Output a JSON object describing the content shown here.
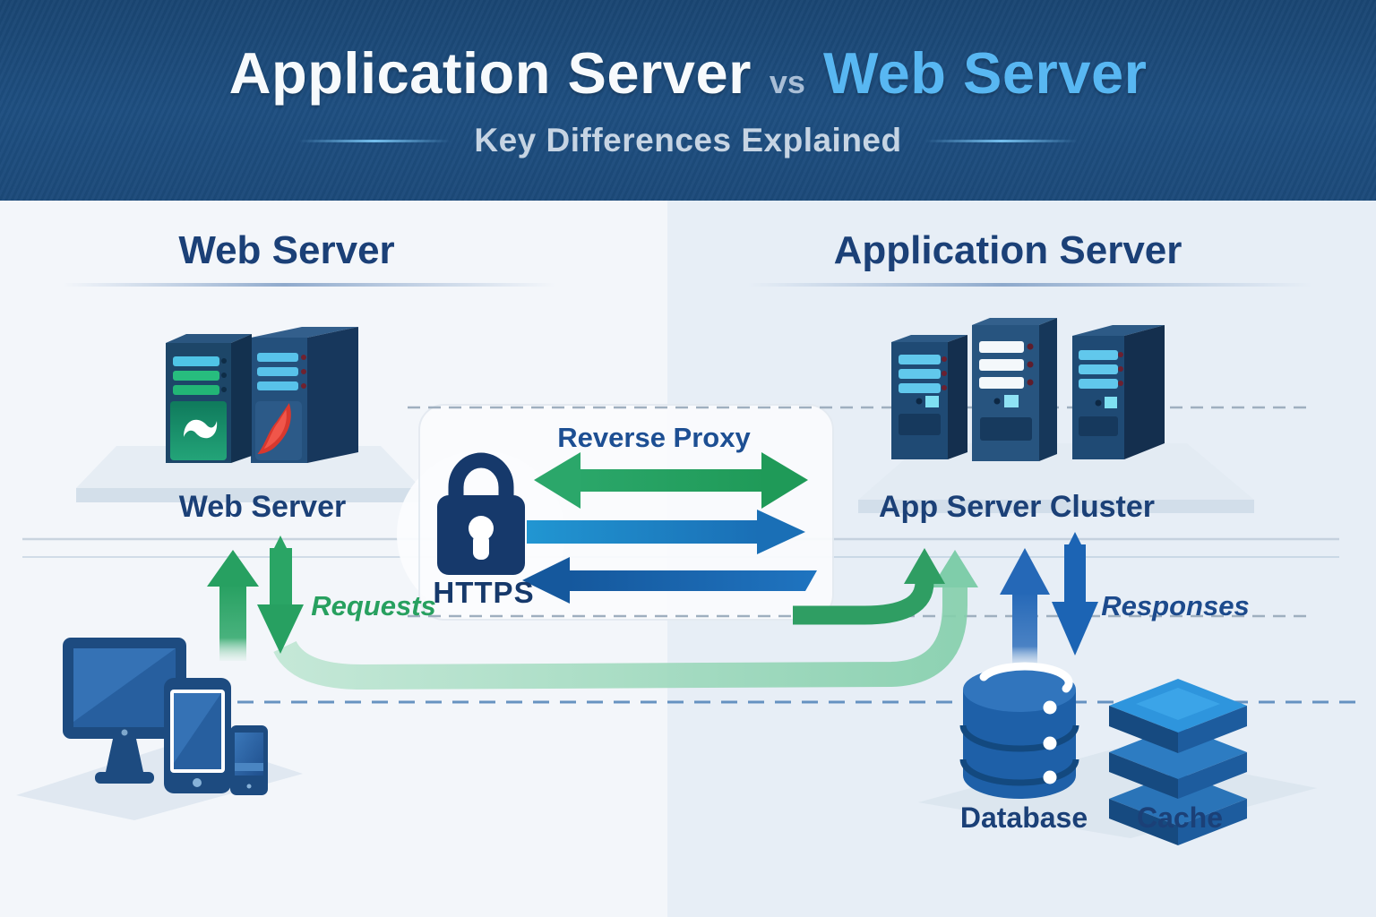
{
  "header": {
    "title_left": "Application Server",
    "title_vs": "vs",
    "title_right": "Web Server",
    "subtitle": "Key Differences Explained"
  },
  "left_column": {
    "title": "Web Server",
    "server_label": "Web Server",
    "requests_label": "Requests"
  },
  "center": {
    "reverse_proxy_label": "Reverse Proxy",
    "https_label": "HTTPS"
  },
  "right_column": {
    "title": "Application Server",
    "cluster_label": "App Server Cluster",
    "responses_label": "Responses",
    "database_label": "Database",
    "cache_label": "Cache"
  },
  "icons": {
    "lock": "https-lock-icon",
    "web_servers": "web-server-towers-icon",
    "app_servers": "app-server-cluster-icon",
    "devices": "client-devices-icon",
    "database": "database-cylinder-icon",
    "cache": "cache-stack-icon"
  },
  "colors": {
    "header_bg": "#1d4c7e",
    "title_highlight": "#58b7f2",
    "heading_navy": "#1b4077",
    "green_accent": "#27a05f",
    "blue_arrow": "#1e88c7",
    "deep_blue_arrow": "#1a67b2",
    "left_bg": "#f3f6fa",
    "right_bg": "#e7eef6"
  }
}
